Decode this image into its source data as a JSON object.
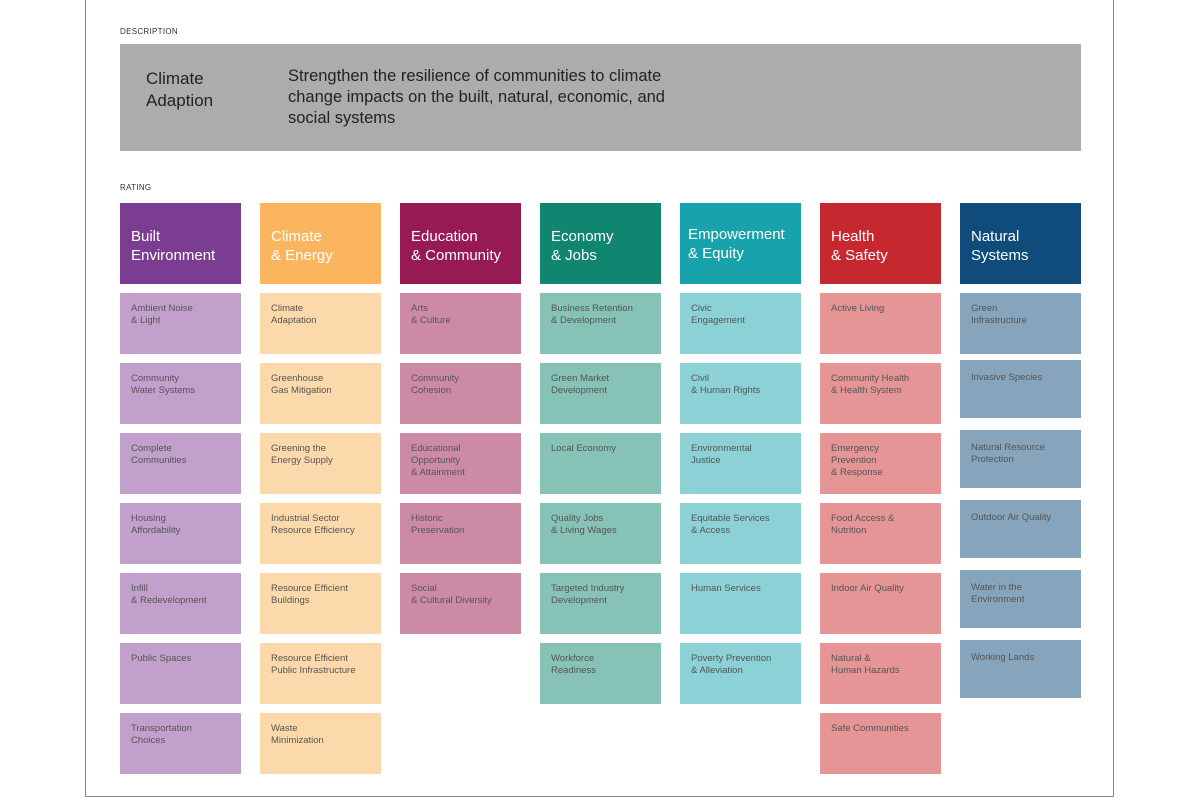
{
  "description": {
    "section_label": "DESCRIPTION",
    "title": "Climate\nAdaption",
    "text": "Strengthen the resilience of communities to climate change impacts on the built, natural, economic, and social systems"
  },
  "rating": {
    "section_label": "RATING",
    "columns": [
      {
        "header": "Built\nEnvironment",
        "header_color": "#7b3d91",
        "item_color": "#c1a0cb",
        "items": [
          "Ambient Noise\n& Light",
          "Community\nWater Systems",
          "Complete\nCommunities",
          "Housing\nAffordability",
          "Infill\n& Redevelopment",
          "Public Spaces",
          "Transportation\nChoices"
        ]
      },
      {
        "header": "Climate\n& Energy",
        "header_color": "#fbb55f",
        "item_color": "#fcd9ab",
        "items": [
          "Climate\nAdaptation",
          "Greenhouse\nGas Mitigation",
          "Greening the\nEnergy Supply",
          "Industrial Sector\nResource Efficiency",
          "Resource Efficient\nBuildings",
          "Resource Efficient\nPublic Infrastructure",
          "Waste\nMinimization"
        ]
      },
      {
        "header": "Education\n& Community",
        "header_color": "#971a55",
        "item_color": "#cd8aa4",
        "items": [
          "Arts\n& Culture",
          "Community\nCohesion",
          "Educational\nOpportunity\n& Attainment",
          "Historic\nPreservation",
          "Social\n& Cultural Diversity"
        ]
      },
      {
        "header": "Economy\n& Jobs",
        "header_color": "#108570",
        "item_color": "#86c2b6",
        "items": [
          "Business Retention\n& Development",
          "Green Market\nDevelopment",
          "Local Economy",
          "Quality Jobs\n& Living Wages",
          "Targeted Industry\nDevelopment",
          "Workforce\nReadiness"
        ]
      },
      {
        "header": "Empowerment\n& Equity",
        "header_color": "#18a2ab",
        "item_color": "#8cd1d6",
        "items": [
          "Civic\nEngagement",
          "Civil\n& Human Rights",
          "Environmental\nJustice",
          "Equitable Services\n& Access",
          "Human Services",
          "Poverty Prevention\n& Alleviation"
        ]
      },
      {
        "header": "Health\n& Safety",
        "header_color": "#c6282f",
        "item_color": "#e59596",
        "items": [
          "Active Living",
          "Community Health\n& Health System",
          "Emergency\nPrevention\n& Response",
          "Food Access &\nNutrition",
          "Indoor Air Quality",
          "Natural &\nHuman Hazards",
          "Safe Communities"
        ]
      },
      {
        "header": "Natural\nSystems",
        "header_color": "#0f4c7b",
        "item_color": "#86a5bd",
        "items": [
          "Green\nInfrastructure",
          "Invasive Species",
          "Natural Resource\nProtection",
          "Outdoor Air Quality",
          "Water in the\nEnvironment",
          "Working Lands"
        ]
      }
    ]
  }
}
